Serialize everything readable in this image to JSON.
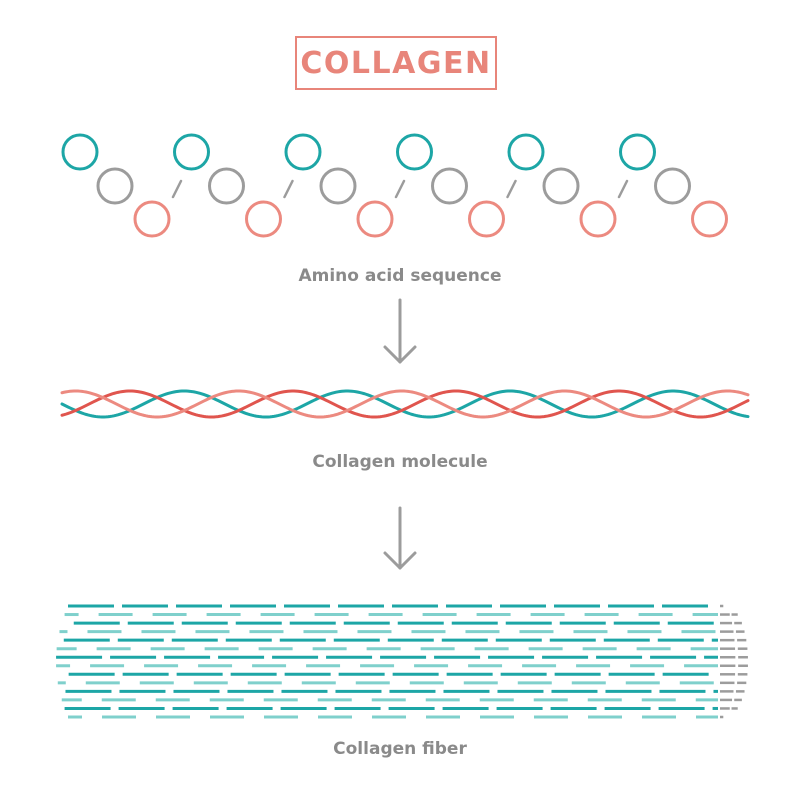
{
  "title": "COLLAGEN",
  "stages": {
    "amino": {
      "label": "Amino acid sequence"
    },
    "molecule": {
      "label": "Collagen molecule"
    },
    "fiber": {
      "label": "Collagen fiber"
    }
  },
  "colors": {
    "teal": "#1da6a6",
    "light_teal": "#7fd0cc",
    "gray": "#9c9c9c",
    "salmon": "#ec8a80",
    "red": "#e0554e",
    "arrow": "#9c9c9c"
  },
  "icons": {
    "arrow": "arrow-down-icon"
  },
  "amino_units": 6
}
